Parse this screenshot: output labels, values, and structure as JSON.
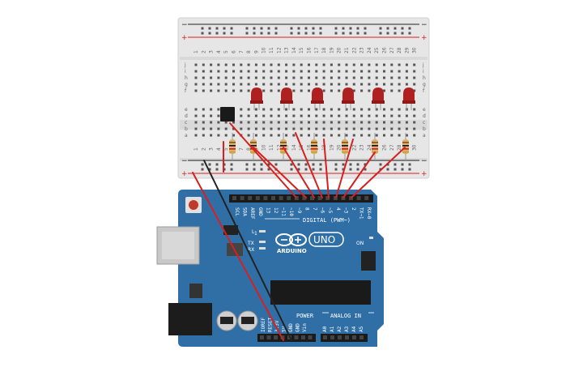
{
  "breadboard": {
    "column_numbers": [
      "1",
      "2",
      "3",
      "4",
      "5",
      "6",
      "7",
      "8",
      "9",
      "10",
      "11",
      "12",
      "13",
      "14",
      "15",
      "16",
      "17",
      "18",
      "19",
      "20",
      "21",
      "22",
      "23",
      "24",
      "25",
      "26",
      "27",
      "28",
      "29",
      "30"
    ],
    "row_letters_top": [
      "j",
      "i",
      "h",
      "g",
      "f"
    ],
    "row_letters_bottom": [
      "e",
      "d",
      "c",
      "b",
      "a"
    ],
    "rail_plus": "+",
    "rail_minus": "−"
  },
  "components": {
    "leds": 6,
    "resistors": 7,
    "sensor_chip": 1
  },
  "arduino": {
    "logo_text": "UNO",
    "brand": "ARDUINO",
    "on_label": "ON",
    "digital_label": "DIGITAL (PWM~)",
    "power_label": "POWER",
    "analog_label": "ANALOG IN",
    "tx_label": "TX",
    "rx_label": "RX",
    "l_label": "L",
    "one_label": "1",
    "digital_pins": [
      "SCL",
      "SDA",
      "AREF",
      "GND",
      "13",
      "12",
      "~11",
      "~10",
      "~9",
      "8",
      "7",
      "~6",
      "~5",
      "4",
      "~3",
      "2",
      "TX→1",
      "RX←0"
    ],
    "power_pins": [
      "IOREF",
      "RESET",
      "3.3V",
      "5V",
      "GND",
      "GND",
      "Vin"
    ],
    "analog_pins": [
      "A0",
      "A1",
      "A2",
      "A3",
      "A4",
      "A5"
    ]
  },
  "colors": {
    "board_blue": "#2f6fa6",
    "breadboard": "#e8e8e8",
    "wire_red": "#d62020",
    "wire_black": "#222222",
    "led_red": "#b02020"
  }
}
